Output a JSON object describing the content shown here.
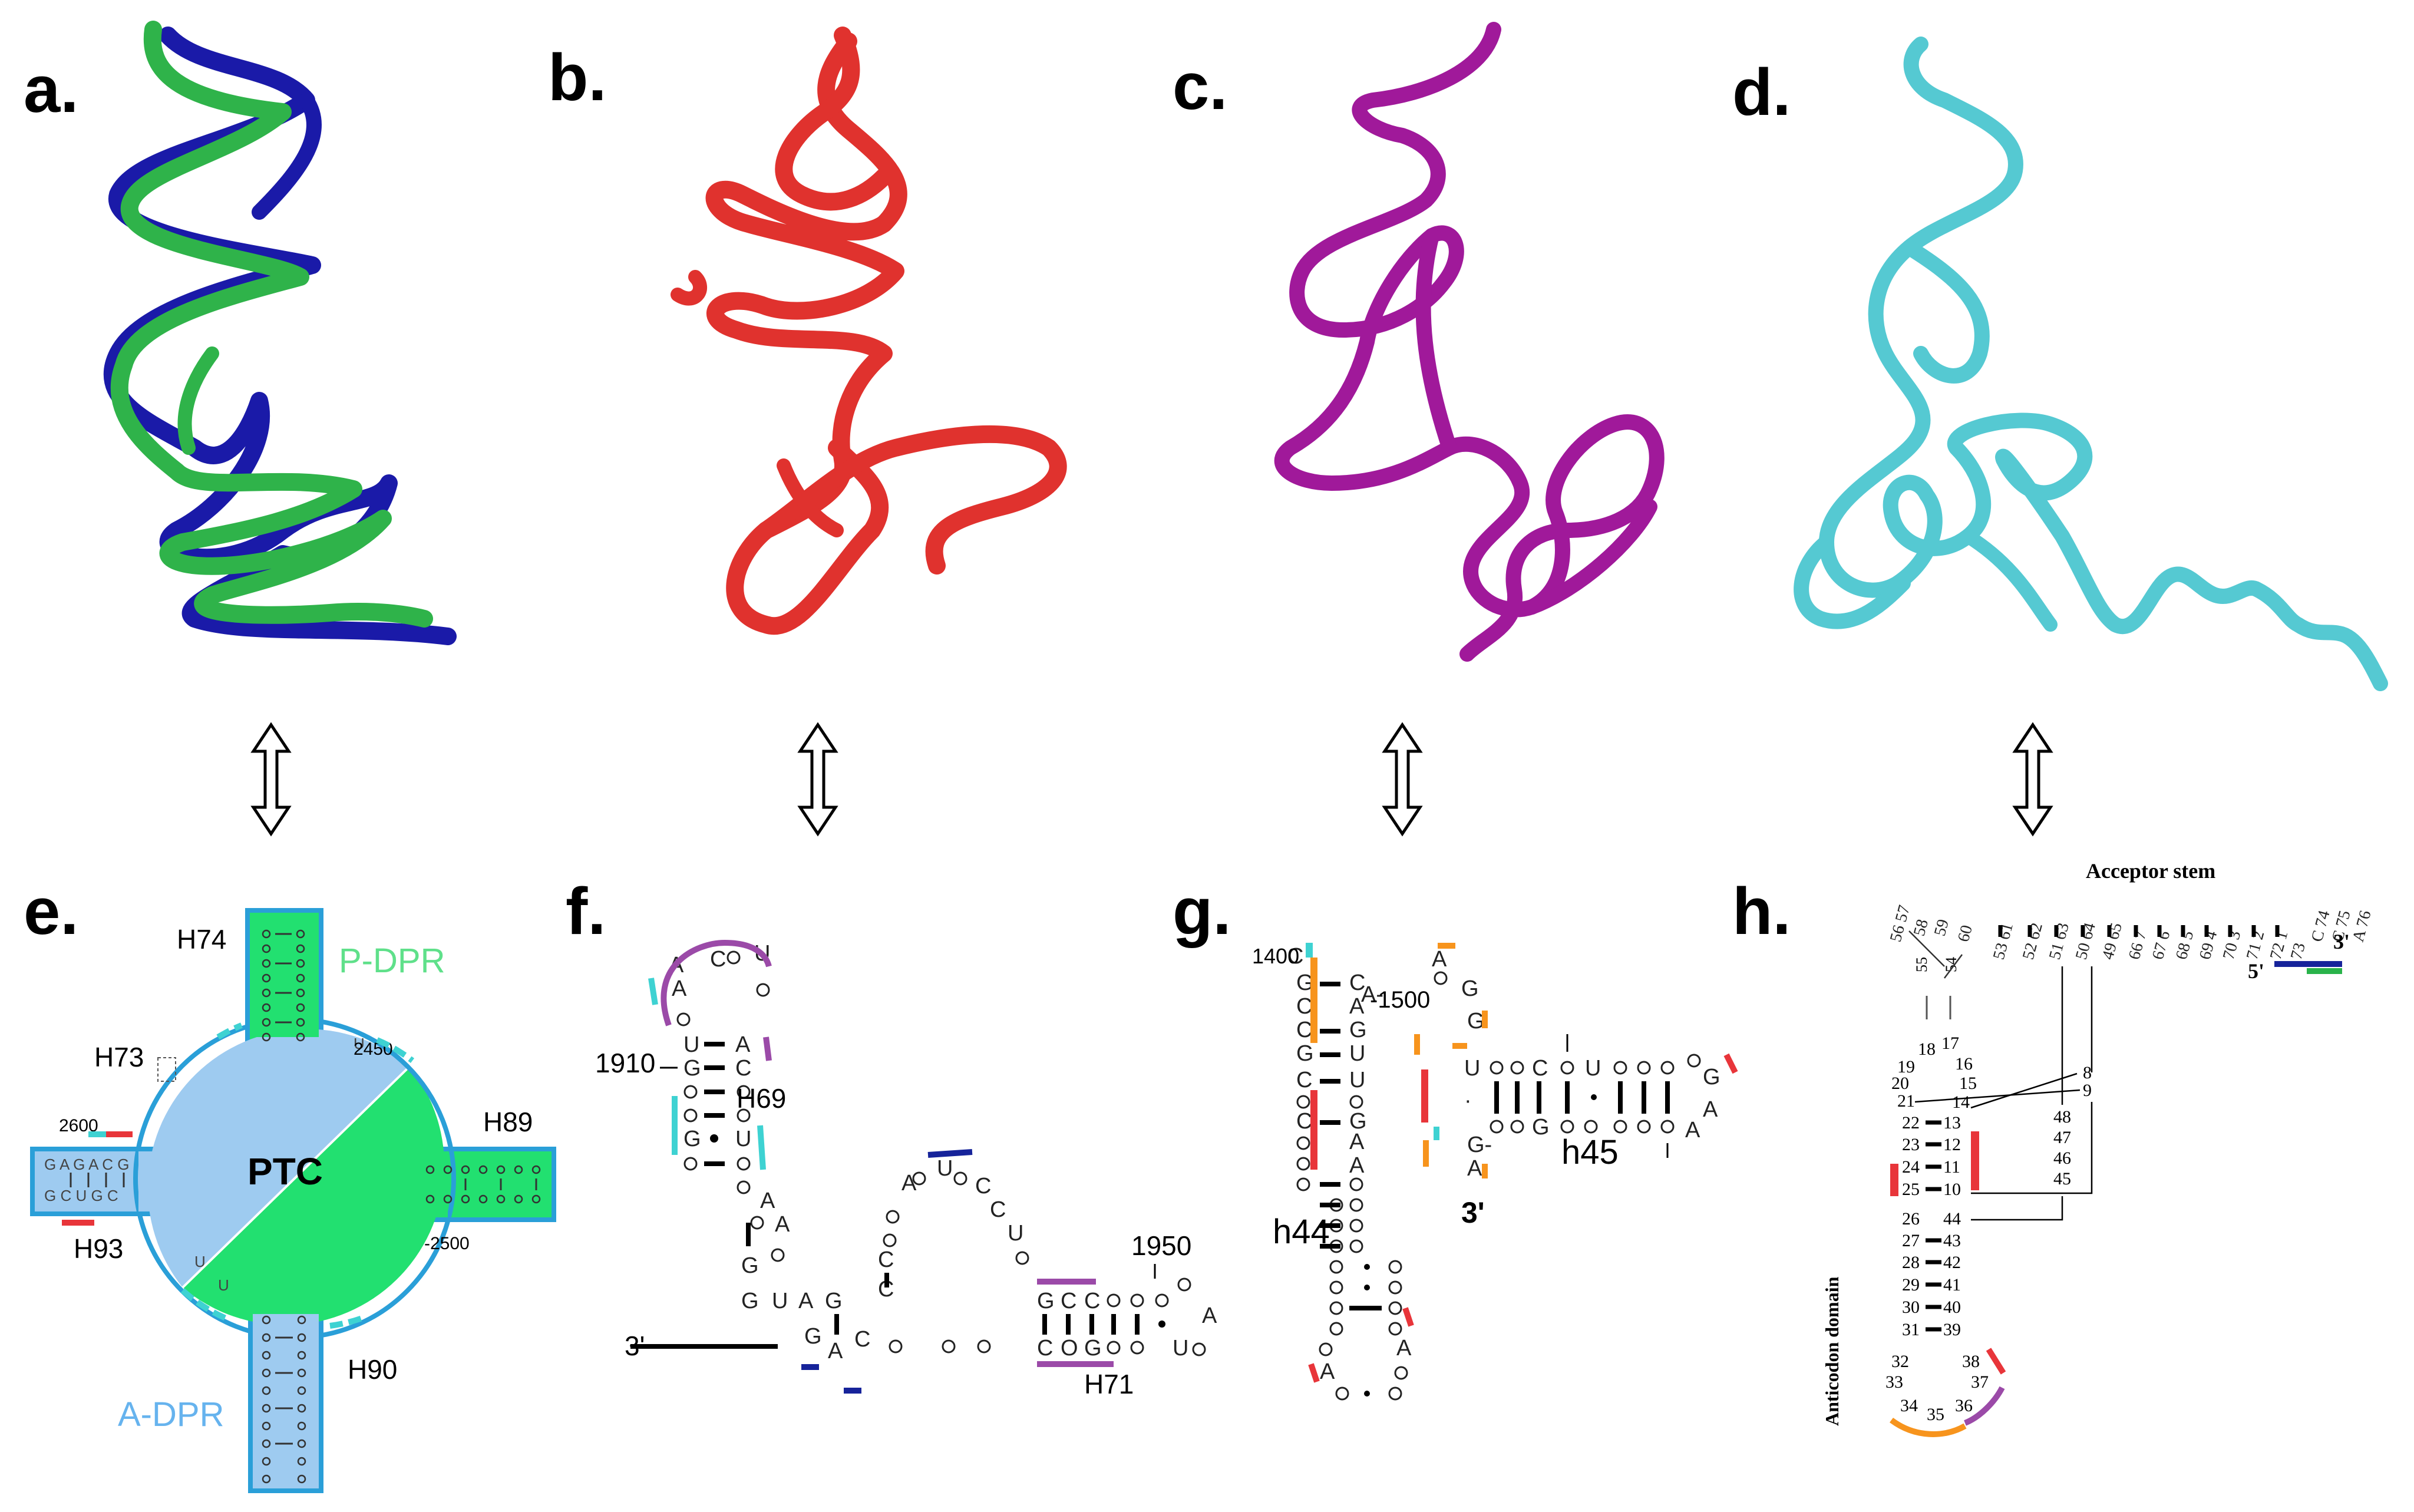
{
  "panels": {
    "a": {
      "label": "a."
    },
    "b": {
      "label": "b."
    },
    "c": {
      "label": "c."
    },
    "d": {
      "label": "d."
    },
    "e": {
      "label": "e."
    },
    "f": {
      "label": "f."
    },
    "g": {
      "label": "g."
    },
    "h": {
      "label": "h."
    }
  },
  "colors": {
    "green": "#2fb34a",
    "blue": "#1a1aa8",
    "red": "#e0322e",
    "magenta": "#a0199a",
    "cyan": "#55c9d2",
    "ptc_green": "#22e070",
    "ptc_blue": "#9ecbf0",
    "mark_red": "#e8353a",
    "mark_cyan": "#3ed2d2",
    "mark_purple": "#9b4aa8",
    "mark_navy": "#16239a",
    "mark_orange": "#f7941d",
    "mark_green": "#29b34a"
  },
  "e": {
    "ptc": "PTC",
    "pdpr": "P-DPR",
    "adpr": "A-DPR",
    "h74": "H74",
    "h73": "H73",
    "h89": "H89",
    "h93": "H93",
    "h90": "H90",
    "n2600": "2600",
    "n2450": "2450",
    "n2500": "-2500"
  },
  "f": {
    "h69": "H69",
    "h71": "H71",
    "n1910": "1910",
    "n1950": "1950",
    "three_prime": "3'"
  },
  "g": {
    "h44": "h44",
    "h45": "h45",
    "n1400": "1400",
    "n1500": "-1500",
    "three_prime": "3'"
  },
  "h": {
    "acceptor_stem": "Acceptor stem",
    "anticodon_domain": "Anticodon domain",
    "three_prime": "3'",
    "five_prime": "5'"
  }
}
